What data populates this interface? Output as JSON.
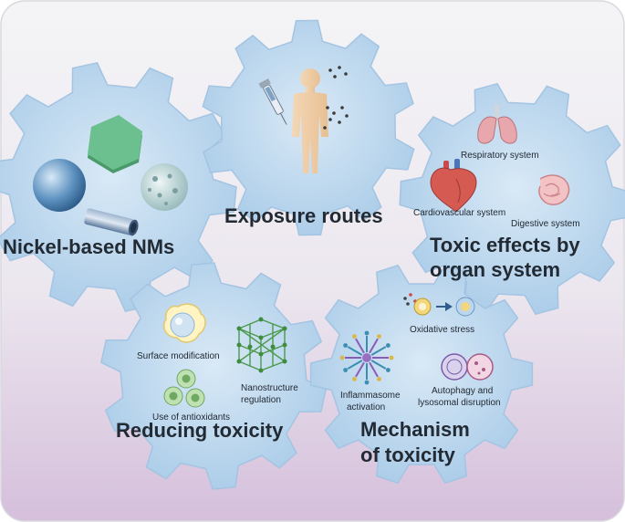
{
  "colors": {
    "bg_top": "#f2f3f5",
    "bg_bottom": "#d7c3dc",
    "gear_fill": "#b9d5ec",
    "gear_edge": "#9cc0e0",
    "text": "#222a33"
  },
  "panels": {
    "nickel": {
      "title": "Nickel-based NMs",
      "icons": [
        "sphere-icon",
        "hexagon-sheet-icon",
        "porous-particle-icon",
        "nanotube-icon"
      ]
    },
    "exposure": {
      "title": "Exposure routes",
      "icons": [
        "human-body-icon",
        "syringe-icon",
        "particle-dots-icon"
      ]
    },
    "organ": {
      "title_line1": "Toxic effects by",
      "title_line2": "organ system",
      "items": {
        "respiratory": "Respiratory system",
        "cardio": "Cardiovascular system",
        "digestive": "Digestive system"
      },
      "icons": [
        "lungs-icon",
        "heart-icon",
        "intestine-icon"
      ]
    },
    "reducing": {
      "title": "Reducing toxicity",
      "items": {
        "surface": "Surface modification",
        "nano_line1": "Nanostructure",
        "nano_line2": "regulation",
        "antiox": "Use of antioxidants"
      },
      "icons": [
        "coated-particle-icon",
        "lattice-icon",
        "antioxidant-cells-icon"
      ]
    },
    "mechanism": {
      "title_line1": "Mechanism",
      "title_line2": "of toxicity",
      "items": {
        "oxidative": "Oxidative stress",
        "inflam_line1": "Inflammasome",
        "inflam_line2": "activation",
        "auto_line1": "Autophagy and",
        "auto_line2": "lysosomal disruption"
      },
      "icons": [
        "ros-cell-icon",
        "inflammasome-icon",
        "lysosome-icon"
      ]
    }
  }
}
